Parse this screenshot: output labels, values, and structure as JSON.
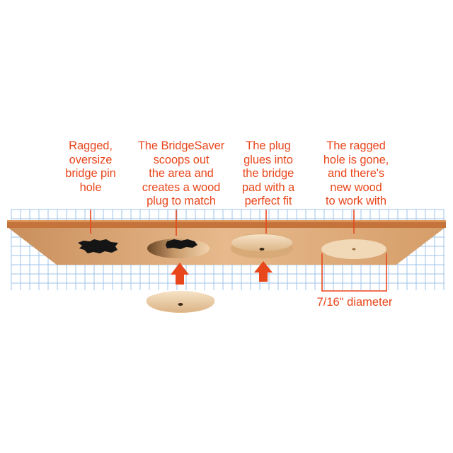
{
  "captions": [
    {
      "text": "Ragged,\noversize\nbridge pin\nhole"
    },
    {
      "text": "The BridgeSaver\nscoops out\nthe area and\ncreates a wood\nplug to match"
    },
    {
      "text": "The plug\nglues into\nthe bridge\npad with a\nperfect fit"
    },
    {
      "text": "The ragged\nhole is gone,\nand there's\nnew wood\nto work with"
    }
  ],
  "dimension_label": "7/16\" diameter",
  "colors": {
    "accent": "#e8471c",
    "grid": "#9fc3e8",
    "wood_light": "#e2ad7c",
    "wood_dark": "#c07e48",
    "plug": "#f2d6b0"
  }
}
